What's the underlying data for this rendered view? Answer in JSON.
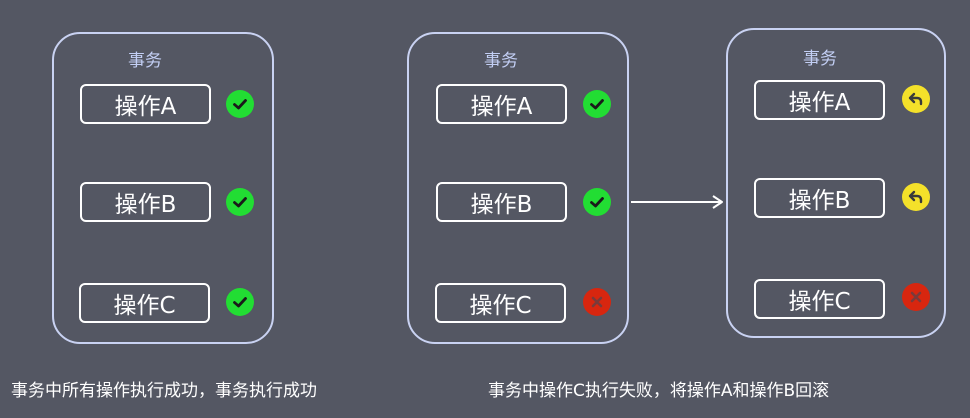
{
  "colors": {
    "background": "#545763",
    "panel_border": "#c9d2f2",
    "title": "#c3cff5",
    "success": "#22dd33",
    "failure": "#d8260f",
    "rollback": "#f4e12a"
  },
  "panels": [
    {
      "title": "事务",
      "ops": [
        {
          "label": "操作A",
          "status": "check-icon"
        },
        {
          "label": "操作B",
          "status": "check-icon"
        },
        {
          "label": "操作C",
          "status": "check-icon"
        }
      ]
    },
    {
      "title": "事务",
      "ops": [
        {
          "label": "操作A",
          "status": "check-icon"
        },
        {
          "label": "操作B",
          "status": "check-icon"
        },
        {
          "label": "操作C",
          "status": "cross-icon"
        }
      ]
    },
    {
      "title": "事务",
      "ops": [
        {
          "label": "操作A",
          "status": "undo-icon"
        },
        {
          "label": "操作B",
          "status": "undo-icon"
        },
        {
          "label": "操作C",
          "status": "cross-icon"
        }
      ]
    }
  ],
  "captions": {
    "left": "事务中所有操作执行成功，事务执行成功",
    "right": "事务中操作C执行失败，将操作A和操作B回滚"
  }
}
